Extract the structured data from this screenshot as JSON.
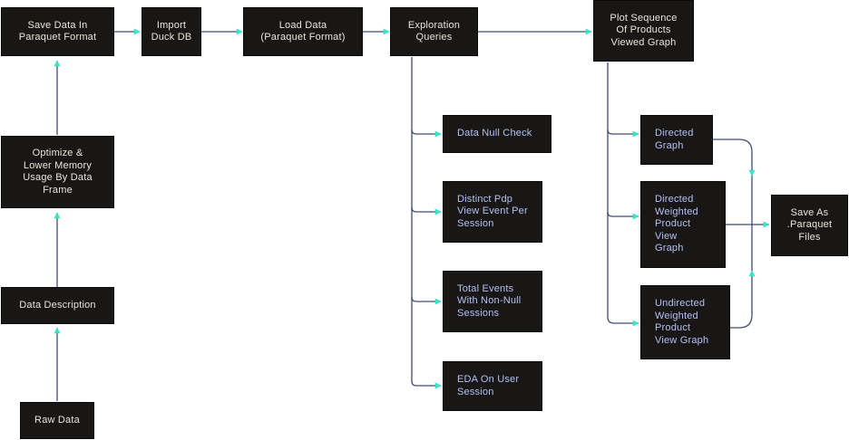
{
  "nodes": {
    "save_parquet": "Save Data In\nParaquet Format",
    "import_duckdb": "Import\nDuck DB",
    "load_data": "Load Data\n(Paraquet Format)",
    "exploration": "Exploration\nQueries",
    "plot_sequence": "Plot Sequence\nOf Products\nViewed Graph",
    "optimize": "Optimize &\nLower Memory\nUsage By Data\nFrame",
    "data_description": "Data Description",
    "raw_data": "Raw Data",
    "null_check": "Data Null Check",
    "distinct_pdp": "Distinct Pdp\nView Event Per\nSession",
    "total_events": "Total Events\nWith Non-Null\nSessions",
    "eda_user": "EDA On User\nSession",
    "directed_graph": "Directed\nGraph",
    "directed_weighted": "Directed\nWeighted\nProduct\nView\nGraph",
    "undirected_weighted": "Undirected\nWeighted\nProduct\nView Graph",
    "save_files": "Save As\n.Paraquet\nFiles"
  },
  "colors": {
    "node_fill": "#181715",
    "line": "#3f4a78",
    "arrowhead": "#33e6c4",
    "main_text": "#e8e6da",
    "sub_text": "#b4c0f4"
  }
}
